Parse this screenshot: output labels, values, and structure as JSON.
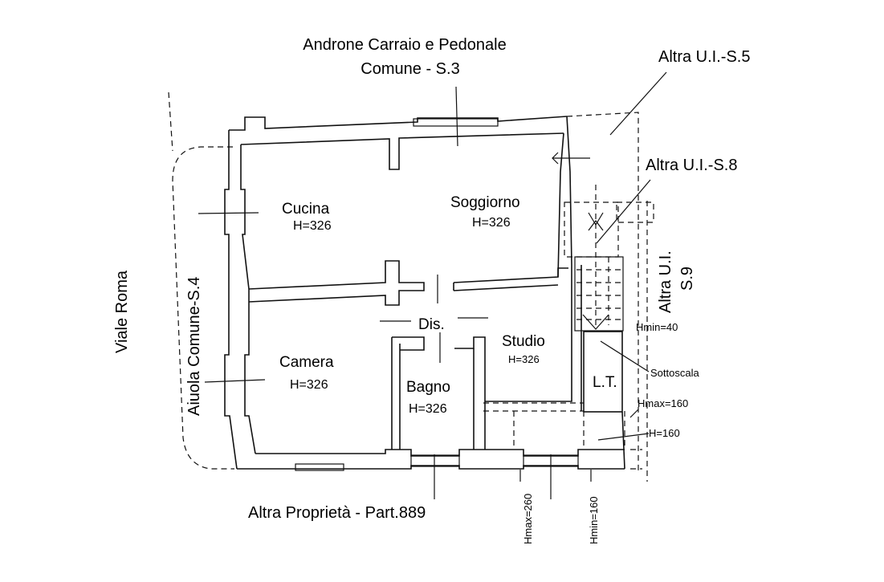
{
  "header": {
    "corridor_line1": "Androne Carraio e Pedonale",
    "corridor_line2": "Comune - S.3"
  },
  "neighbors": {
    "s5": "Altra U.I.-S.5",
    "s8": "Altra U.I.-S.8",
    "s9_line1": "Altra U.I.",
    "s9_line2": "S.9",
    "south": "Altra Proprietà - Part.889",
    "street": "Viale Roma",
    "flowerbed": "Aiuola Comune-S.4"
  },
  "rooms": {
    "cucina": {
      "name": "Cucina",
      "height": "H=326"
    },
    "soggiorno": {
      "name": "Soggiorno",
      "height": "H=326"
    },
    "dis": {
      "name": "Dis."
    },
    "camera": {
      "name": "Camera",
      "height": "H=326"
    },
    "bagno": {
      "name": "Bagno",
      "height": "H=326"
    },
    "studio": {
      "name": "Studio",
      "height": "H=326"
    },
    "lt": {
      "name": "L.T."
    }
  },
  "annotations": {
    "hmin40": "Hmin=40",
    "sottoscala": "Sottoscala",
    "hmax160": "Hmax=160",
    "h160": "H=160",
    "hmax260": "Hmax=260",
    "hmin160": "Hmin=160"
  }
}
